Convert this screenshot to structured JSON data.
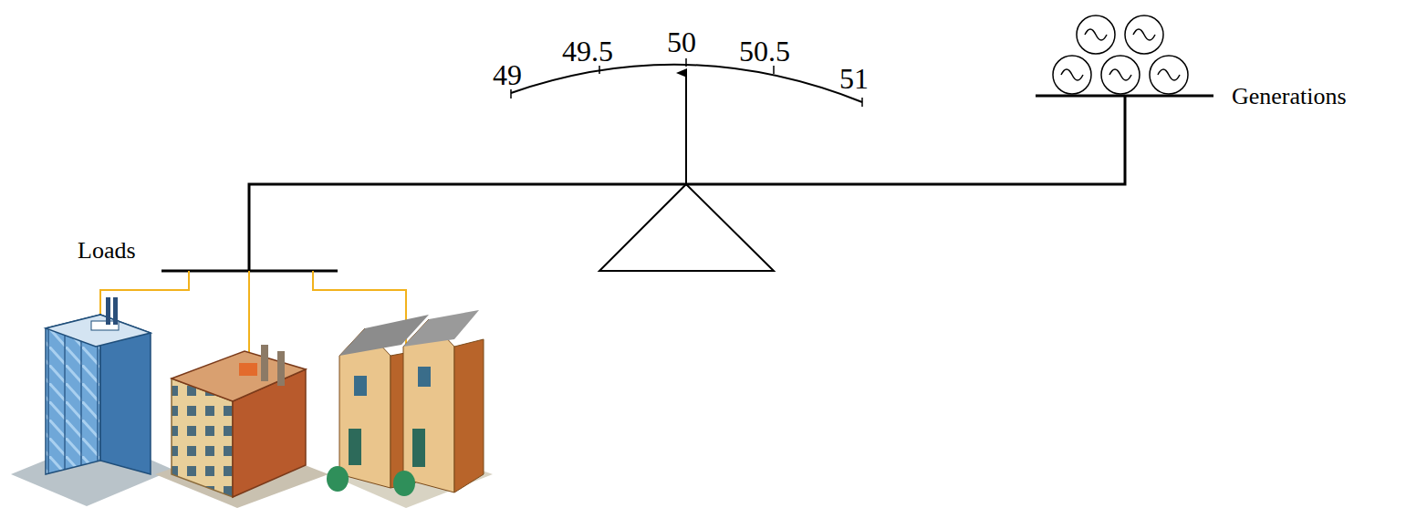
{
  "diagram": {
    "labels": [
      "49",
      "49.5",
      "50",
      "50.5",
      "51",
      "Loads",
      "Generations"
    ]
  }
}
